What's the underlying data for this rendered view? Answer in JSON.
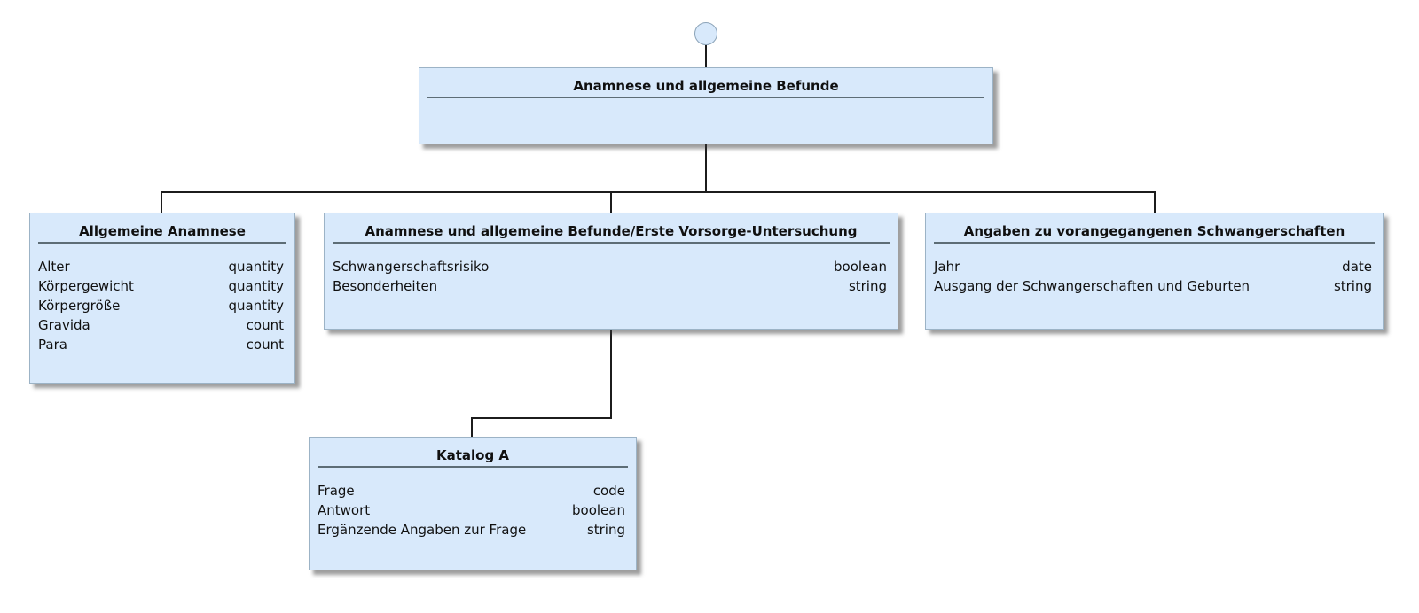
{
  "colors": {
    "page_bg": "#ffffff",
    "box_fill": "#d8e9fb",
    "box_border": "#9cb3c6",
    "separator": "#5d6d76",
    "connector": "#1c1c1c",
    "text": "#101010"
  },
  "nodes": {
    "root": {
      "title": "Anamnese und allgemeine Befunde",
      "attributes": []
    },
    "left": {
      "title": "Allgemeine Anamnese",
      "attributes": [
        {
          "name": "Alter",
          "type": "quantity"
        },
        {
          "name": "Körpergewicht",
          "type": "quantity"
        },
        {
          "name": "Körpergröße",
          "type": "quantity"
        },
        {
          "name": "Gravida",
          "type": "count"
        },
        {
          "name": "Para",
          "type": "count"
        }
      ]
    },
    "middle": {
      "title": "Anamnese und allgemeine Befunde/Erste Vorsorge-Untersuchung",
      "attributes": [
        {
          "name": "Schwangerschaftsrisiko",
          "type": "boolean"
        },
        {
          "name": "Besonderheiten",
          "type": "string"
        }
      ]
    },
    "right": {
      "title": "Angaben zu vorangegangenen Schwangerschaften",
      "attributes": [
        {
          "name": "Jahr",
          "type": "date"
        },
        {
          "name": "Ausgang der Schwangerschaften und Geburten",
          "type": "string"
        }
      ]
    },
    "katalog": {
      "title": "Katalog A",
      "attributes": [
        {
          "name": "Frage",
          "type": "code"
        },
        {
          "name": "Antwort",
          "type": "boolean"
        },
        {
          "name": "Ergänzende Angaben zur Frage",
          "type": "string"
        }
      ]
    }
  }
}
